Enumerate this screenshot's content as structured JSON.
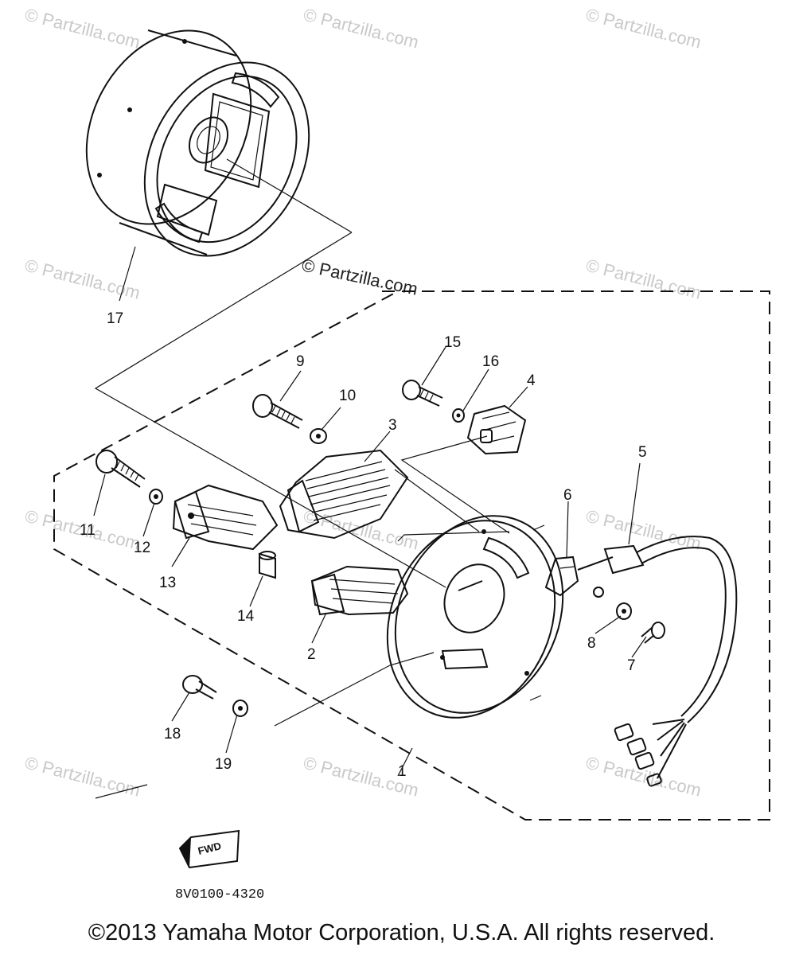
{
  "watermark": {
    "text": "© Partzilla.com"
  },
  "parts": [
    {
      "number": "1"
    },
    {
      "number": "2"
    },
    {
      "number": "3"
    },
    {
      "number": "4"
    },
    {
      "number": "5"
    },
    {
      "number": "6"
    },
    {
      "number": "7"
    },
    {
      "number": "8"
    },
    {
      "number": "9"
    },
    {
      "number": "10"
    },
    {
      "number": "11"
    },
    {
      "number": "12"
    },
    {
      "number": "13"
    },
    {
      "number": "14"
    },
    {
      "number": "15"
    },
    {
      "number": "16"
    },
    {
      "number": "17"
    },
    {
      "number": "18"
    },
    {
      "number": "19"
    }
  ],
  "fwd_label": "FWD",
  "diagram_code": "8V0100-4320",
  "copyright": "©2013 Yamaha Motor Corporation, U.S.A. All rights reserved."
}
